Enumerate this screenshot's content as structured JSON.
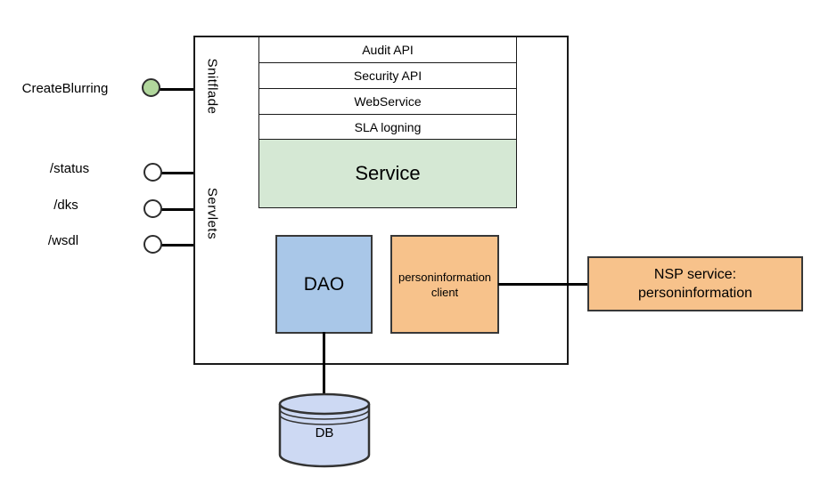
{
  "diagram": {
    "left_endpoints": [
      {
        "label": "CreateBlurring",
        "kind": "filled-green-port"
      },
      {
        "label": "/status",
        "kind": "open-port"
      },
      {
        "label": "/dks",
        "kind": "open-port"
      },
      {
        "label": "/wsdl",
        "kind": "open-port"
      }
    ],
    "container": {
      "section_labels": {
        "interfaces": "Snitflade",
        "servlets": "Servlets"
      },
      "api_layers": [
        "Audit API",
        "Security API",
        "WebService",
        "SLA logning"
      ],
      "service_label": "Service",
      "dao_label": "DAO",
      "personinfo_client_label": "personinformation\nclient"
    },
    "external": {
      "nsp_service_label": "NSP service:\npersoninformation"
    },
    "database": {
      "label": "DB"
    },
    "colors": {
      "port_green": "#b1d79c",
      "service_green": "#d5e8d4",
      "dao_blue": "#a9c7e8",
      "orange": "#f7c28b",
      "db_blue": "#cdd9f3",
      "stroke": "#1a1a1a"
    }
  }
}
